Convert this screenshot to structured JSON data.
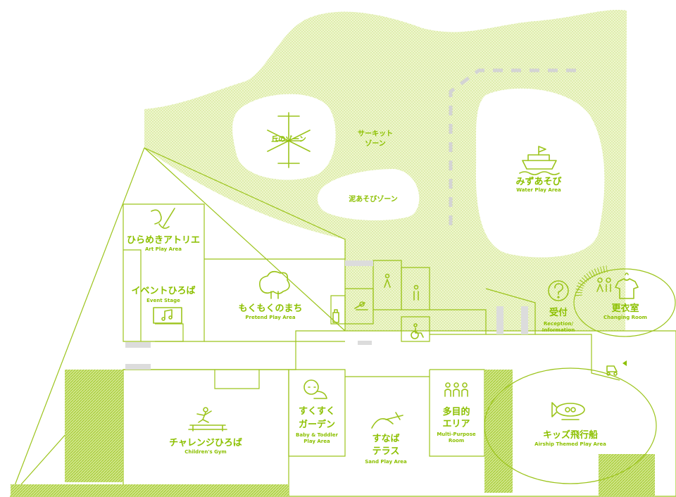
{
  "colors": {
    "accent": "#8cc000",
    "line": "#9cc41c",
    "ground": "#eef6cf",
    "gray": "#dcdcdc"
  },
  "outdoor": {
    "hill_zone": "丘のゾーン",
    "circuit_zone_line1": "サーキット",
    "circuit_zone_line2": "ゾーン",
    "mud_zone": "泥あそびゾーン"
  },
  "areas": {
    "water": {
      "ja": "みずあそび",
      "en": "Water Play Area",
      "icon": "boat-icon"
    },
    "art": {
      "ja": "ひらめきアトリエ",
      "en": "Art Play Area",
      "icon": "paint-brush-icon"
    },
    "event": {
      "ja": "イベントひろば",
      "en": "Event Stage",
      "icon": "stage-music-icon"
    },
    "pretend": {
      "ja": "もくもくのまち",
      "en": "Pretend Play Area",
      "icon": "tree-icon"
    },
    "reception": {
      "ja": "受付",
      "en_line1": "Reception/",
      "en_line2": "Information",
      "icon": "question-icon"
    },
    "changing": {
      "ja": "更衣室",
      "en": "Changing Room",
      "icon": "shirt-icon"
    },
    "gym": {
      "ja": "チャレンジひろば",
      "en": "Children's Gym",
      "icon": "trampoline-icon"
    },
    "baby": {
      "ja_line1": "すくすく",
      "ja_line2": "ガーデン",
      "en_line1": "Baby & Toddler",
      "en_line2": "Play Area",
      "icon": "baby-icon"
    },
    "sand": {
      "ja_line1": "すなば",
      "ja_line2": "テラス",
      "en": "Sand Play Area",
      "icon": "sand-shovel-icon"
    },
    "multi": {
      "ja_line1": "多目的",
      "ja_line2": "エリア",
      "en_line1": "Multi-Purpose",
      "en_line2": "Room",
      "icon": "people-icon"
    },
    "airship": {
      "ja": "キッズ飛行船",
      "en": "Airship Themed Play Area",
      "icon": "airship-icon"
    }
  },
  "facilities": [
    "toilet-icon",
    "toilet-icon",
    "wheelchair-icon",
    "nursing-icon",
    "stroller-icon",
    "restroom-icon"
  ]
}
